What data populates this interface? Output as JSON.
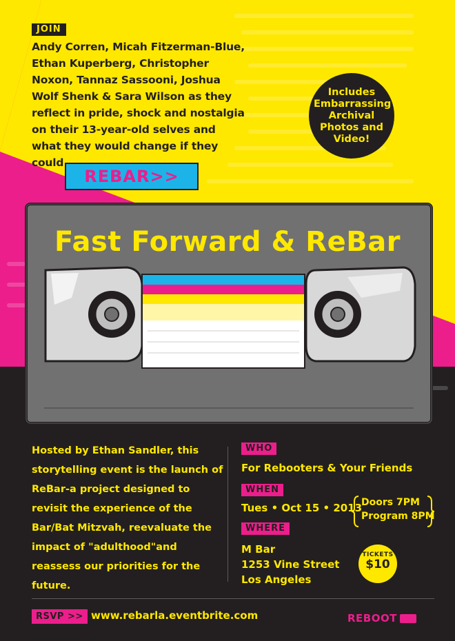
{
  "header": {
    "join_label": "JOIN",
    "intro_text": "Andy Corren, Micah Fitzerman-Blue, Ethan Kuperberg, Christopher Noxon, Tannaz Sassooni, Joshua Wolf Shenk & Sara Wilson as they reflect in pride, shock and nostalgia on their 13-year-old selves and what they would change if they could",
    "badge_text": "Includes Embarrassing Archival Photos and Video!",
    "logo_text": "REBAR>>"
  },
  "tape": {
    "title": "Fast Forward & ReBar"
  },
  "details": {
    "hosted_text": "Hosted by Ethan Sandler, this storytelling event is the launch of ReBar-a project designed to revisit the experience of the Bar/Bat Mitzvah, reevaluate the impact of \"adulthood\"and reassess our priorities for the future.",
    "who_label": "WHO",
    "who_value": "For Rebooters & Your Friends",
    "when_label": "WHEN",
    "when_value": "Tues • Oct 15 • 2013",
    "doors": "Doors 7PM",
    "program": "Program 8PM",
    "where_label": "WHERE",
    "venue": "M Bar",
    "street": "1253 Vine Street",
    "city": "Los Angeles",
    "tickets_label": "TICKETS",
    "tickets_price": "$10"
  },
  "footer": {
    "rsvp_label": "RSVP >>",
    "url": "www.rebarla.eventbrite.com",
    "brand": "REBOOT"
  },
  "colors": {
    "yellow": "#ffe800",
    "magenta": "#ec1e8c",
    "cyan": "#1cb4e8",
    "dark": "#231f20",
    "tape_gray": "#717171"
  }
}
